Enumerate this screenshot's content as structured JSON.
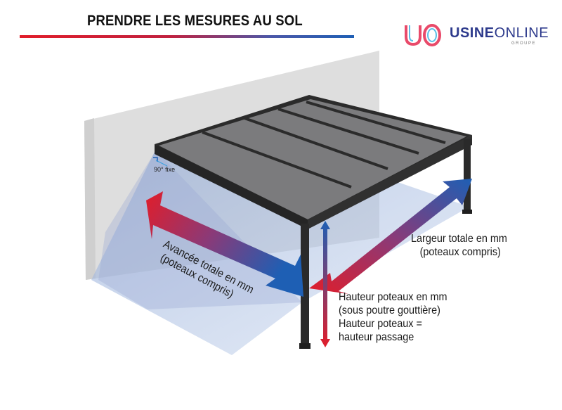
{
  "title": "PRENDRE LES MESURES AU SOL",
  "logo": {
    "mark": "UO",
    "brand_bold": "USINE",
    "brand_light": "ONLINE",
    "sub": "GROUPE"
  },
  "labels": {
    "angle": "90° fixe",
    "avancee_line1": "Avancée totale en mm",
    "avancee_line2": "(poteaux compris)",
    "largeur_line1": "Largeur totale en mm",
    "largeur_line2": "(poteaux compris)",
    "hauteur_line1": "Hauteur poteaux en mm",
    "hauteur_line2": "(sous poutre gouttière)",
    "hauteur_line3": "Hauteur poteaux =",
    "hauteur_line4": "hauteur passage"
  },
  "colors": {
    "red": "#e11d2a",
    "blue": "#1e5fb4",
    "frame": "#2b2b2b",
    "panel": "#7b7b7d",
    "wall": "#dcdcdc"
  }
}
